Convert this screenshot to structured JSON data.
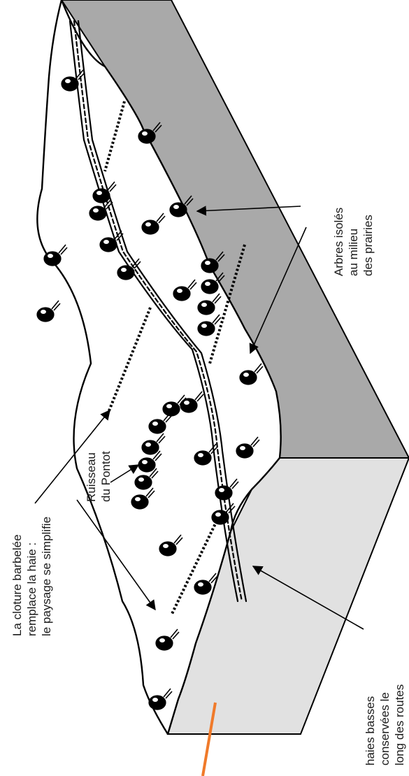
{
  "labels": {
    "fence": [
      "La cloture barbelée",
      "remplace la haie :",
      "le paysage se simplifie"
    ],
    "stream": [
      "Ruisseau",
      "du Pontot"
    ],
    "trees": [
      "Arbres isolés",
      "au milieu",
      "des prairies"
    ],
    "hedges": [
      "haies basses",
      "conservées le",
      "long des routes"
    ]
  },
  "colors": {
    "dark_block": "#a9a9a9",
    "light_block": "#e1e1e1",
    "ink": "#000000",
    "accent_line": "#f07a2a"
  },
  "icons": [
    "tree-icon",
    "arrow-icon"
  ]
}
